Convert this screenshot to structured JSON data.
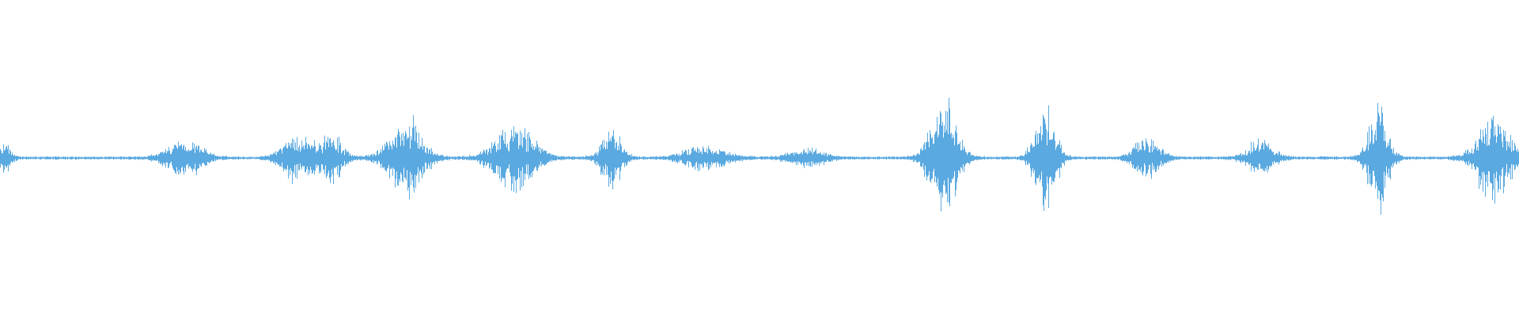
{
  "waveform": {
    "color": "#5aa9e0",
    "baseline_amplitude": 0.012,
    "bursts": [
      {
        "t": 0.002,
        "amp": 0.12,
        "spread": 0.004
      },
      {
        "t": 0.121,
        "amp": 0.14,
        "spread": 0.01
      },
      {
        "t": 0.194,
        "amp": 0.17,
        "spread": 0.008
      },
      {
        "t": 0.217,
        "amp": 0.19,
        "spread": 0.007
      },
      {
        "t": 0.267,
        "amp": 0.3,
        "spread": 0.01
      },
      {
        "t": 0.338,
        "amp": 0.24,
        "spread": 0.012
      },
      {
        "t": 0.402,
        "amp": 0.22,
        "spread": 0.006
      },
      {
        "t": 0.464,
        "amp": 0.09,
        "spread": 0.012
      },
      {
        "t": 0.531,
        "amp": 0.07,
        "spread": 0.01
      },
      {
        "t": 0.621,
        "amp": 0.42,
        "spread": 0.008
      },
      {
        "t": 0.688,
        "amp": 0.42,
        "spread": 0.006
      },
      {
        "t": 0.755,
        "amp": 0.14,
        "spread": 0.008
      },
      {
        "t": 0.829,
        "amp": 0.12,
        "spread": 0.008
      },
      {
        "t": 0.907,
        "amp": 0.4,
        "spread": 0.006
      },
      {
        "t": 0.983,
        "amp": 0.31,
        "spread": 0.01
      }
    ]
  }
}
